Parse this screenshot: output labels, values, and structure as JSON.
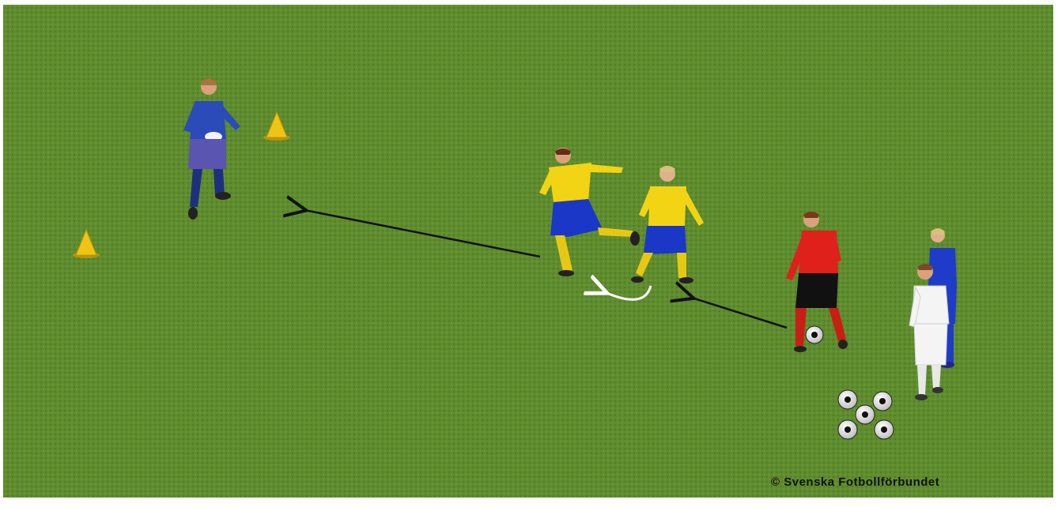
{
  "scene": {
    "description_free": true,
    "field_color": "#5f8c2e",
    "field_color_dark": "#4d7724",
    "border_color": "#ffffff"
  },
  "copyright": {
    "text": "© Svenska Fotbollförbundet"
  },
  "players": [
    {
      "name": "goalkeeper",
      "shirt": "#2a4bb8",
      "shorts": "#5a55b0",
      "socks": "#1f2f80"
    },
    {
      "name": "attacker-yellow-1",
      "shirt": "#f2d414",
      "shorts": "#1a37c8",
      "socks": "#e6c814"
    },
    {
      "name": "attacker-yellow-2",
      "shirt": "#f2d414",
      "shorts": "#1a37c8",
      "socks": "#e6c814"
    },
    {
      "name": "player-red",
      "shirt": "#e0201a",
      "shorts": "#111111",
      "socks": "#c91e14"
    },
    {
      "name": "player-blue",
      "shirt": "#1e3cc8",
      "shorts": "#1e3cc8",
      "socks": "#1e3cc8"
    },
    {
      "name": "player-white",
      "shirt": "#f4f4f4",
      "shorts": "#f4f4f4",
      "socks": "#f4f4f4"
    }
  ],
  "cones": {
    "color": "#f0c414"
  },
  "arrows": {
    "pass_color": "#111111",
    "run_color": "#ffffff"
  }
}
